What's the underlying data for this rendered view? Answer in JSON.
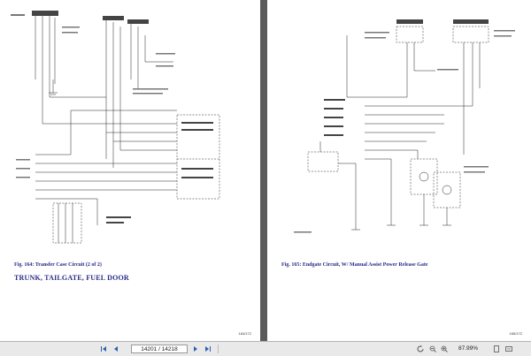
{
  "left_page": {
    "figure_caption": "Fig. 164: Transfer Case Circuit (2 of 2)",
    "section_heading": "TRUNK, TAILGATE, FUEL DOOR",
    "page_number": "164/172"
  },
  "right_page": {
    "figure_caption": "Fig. 165: Endgate Circuit, W/ Manual Assist Power Release Gate",
    "page_number": "165/172"
  },
  "toolbar": {
    "current_page": "14201 / 14218",
    "zoom": "87.99%"
  },
  "icons": {
    "first_page": "first-page-icon",
    "prev_page": "prev-page-icon",
    "next_page": "next-page-icon",
    "last_page": "last-page-icon",
    "zoom_out": "zoom-out-icon",
    "zoom_in": "zoom-in-icon",
    "fit_page": "fit-page-icon",
    "fit_width": "fit-width-icon",
    "rotate": "rotate-icon"
  },
  "colors": {
    "caption": "#2a2a8a",
    "viewer_background": "#5a5a5a",
    "toolbar": "#e9e9e9"
  }
}
